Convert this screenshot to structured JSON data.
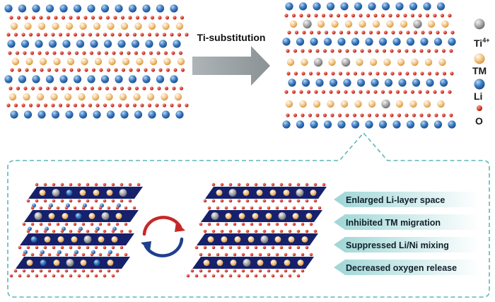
{
  "figure": {
    "arrow_label": "Ti-substitution",
    "legend": [
      {
        "key": "ti",
        "label": "Ti",
        "superscript": "4+",
        "color": "#a9a9a9"
      },
      {
        "key": "tm",
        "label": "TM",
        "color": "#f2c689"
      },
      {
        "key": "li",
        "label": "Li",
        "color": "#3f7fc4"
      },
      {
        "key": "o",
        "label": "O",
        "color": "#d53a2e"
      }
    ],
    "effects": [
      "Enlarged Li-layer space",
      "Inhibited TM migration",
      "Suppressed Li/Ni mixing",
      "Decreased oxygen release"
    ],
    "colors": {
      "layer_fill": "#16206b",
      "dashed_box": "#5fb7b7",
      "arrow": "#9aa3a6",
      "cycle_red": "#c62828",
      "cycle_blue": "#1e3f8c",
      "effect_tag": "#bfe3e3"
    }
  }
}
